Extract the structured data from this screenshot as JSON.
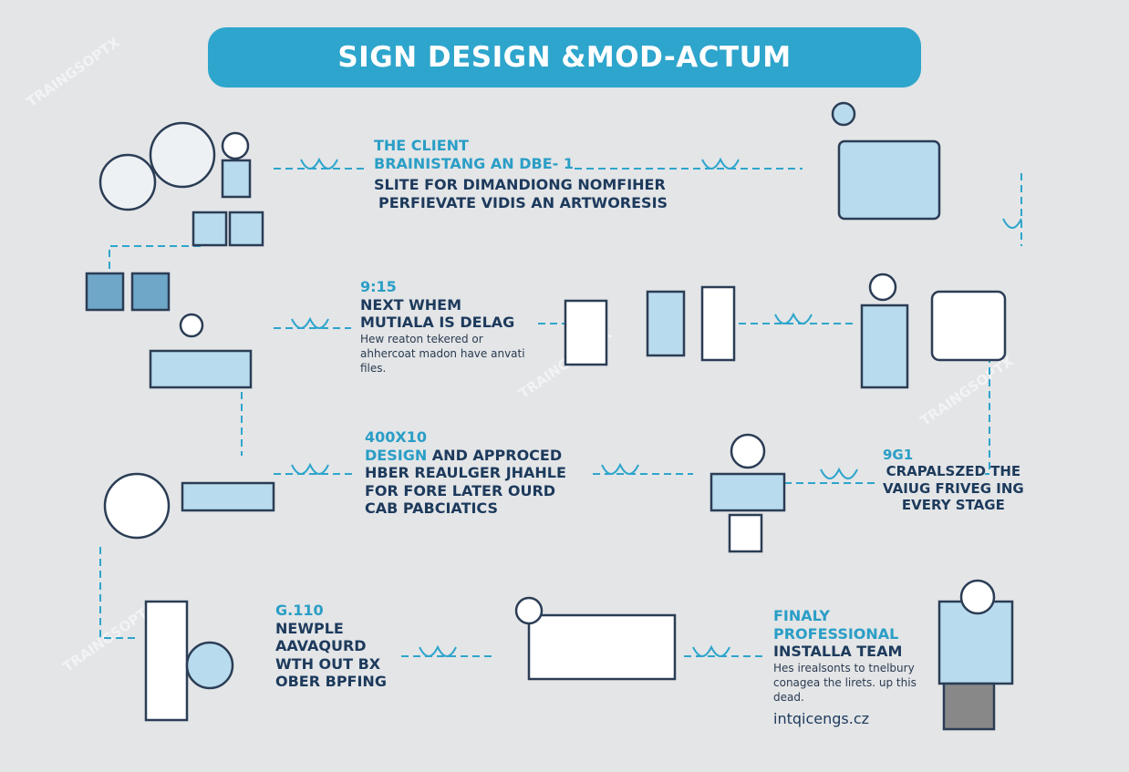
{
  "title": "SIGN DESIGN &MOD-ACTUM",
  "steps": [
    {
      "lines_accent": [
        "THE CLIENT",
        "BRAINISTANG AN DBE- 1"
      ],
      "lines_main": [
        "SLITE FOR DIMANDIONG NOMFIHER",
        "PERFIEVATE VIDIS AN ARTWORESIS"
      ]
    },
    {
      "code": "9:15",
      "lines_main": [
        "NEXT WHEM",
        "MUTIALA IS DELAG"
      ],
      "note": [
        "Hew reaton tekered or",
        "ahhercoat madon have anvati",
        "files."
      ]
    },
    {
      "code": "400X10",
      "accent_word": "DESIGN",
      "lines_main": [
        "AND APPROCED",
        "HBER REAULGER JHAHLE",
        "FOR FORE LATER OURD",
        "CAB PABCIATICS"
      ]
    },
    {
      "code": "9G1",
      "lines_main": [
        "CRAPALSZED THE",
        "VAIUG FRIVEG ING",
        "EVERY STAGE"
      ]
    },
    {
      "code": "G.110",
      "lines_main": [
        "NEWPLE",
        "AAVAQURD",
        "WTH OUT BX",
        "OBER BPFING"
      ]
    },
    {
      "lines_accent": [
        "FINALY",
        "PROFESSIONAL"
      ],
      "lines_main": [
        "INSTALLA TEAM"
      ],
      "note": [
        "Hes irealsonts to tnelbury",
        "conagea the lirets. up this",
        "dead."
      ],
      "link": "intqicengs.cz"
    }
  ],
  "watermark": "TRAINGSOPTX",
  "colors": {
    "accent": "#2ea5cc",
    "navy": "#1d3a5c",
    "background": "#e3e5e7"
  }
}
